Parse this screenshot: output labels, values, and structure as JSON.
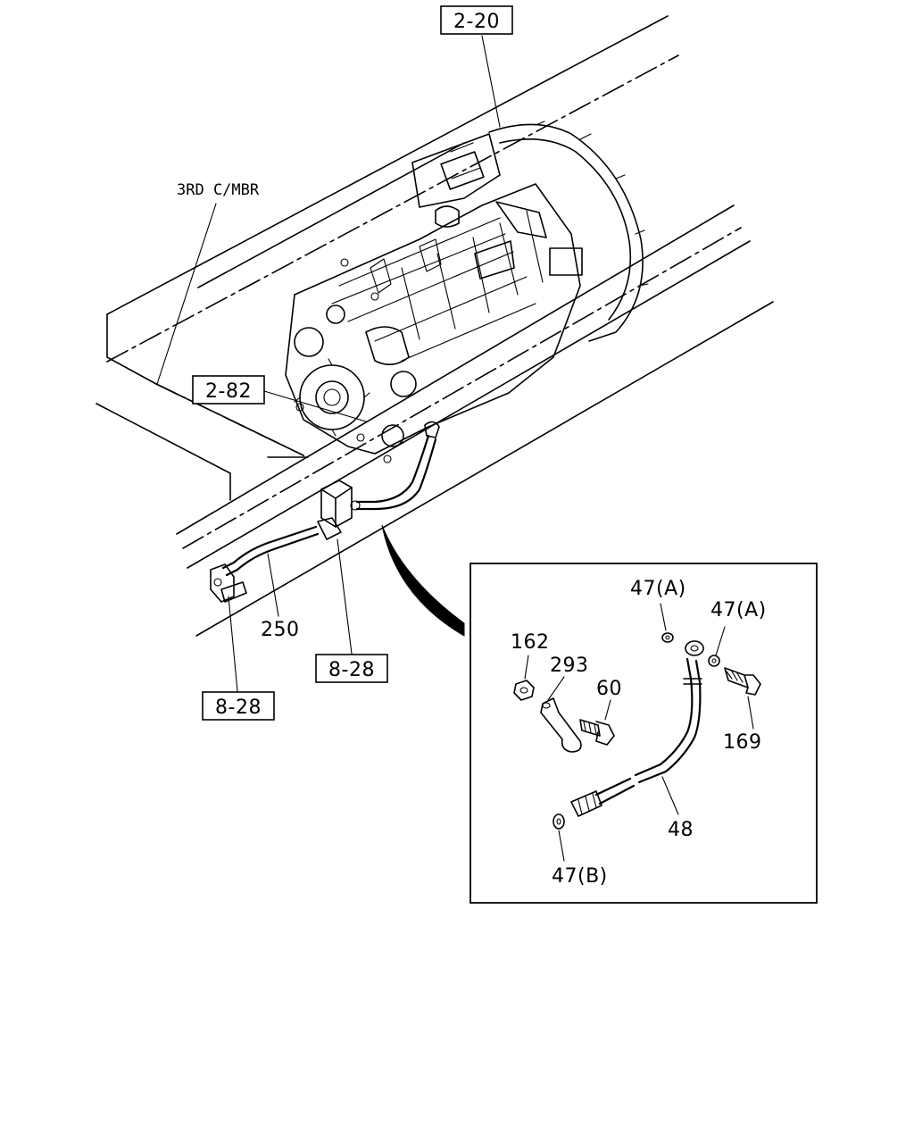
{
  "refs": {
    "top": "2-20",
    "left": "2-82",
    "valve_lower": "8-28",
    "valve_left": "8-28"
  },
  "labels": {
    "crossmember": "3RD C/MBR",
    "hose_main": "250"
  },
  "detail": {
    "washer_a_top": "47(A)",
    "washer_a_right": "47(A)",
    "nut": "162",
    "bracket": "293",
    "bolt_small": "60",
    "eye_bolt": "169",
    "hose": "48",
    "washer_b": "47(B)"
  }
}
